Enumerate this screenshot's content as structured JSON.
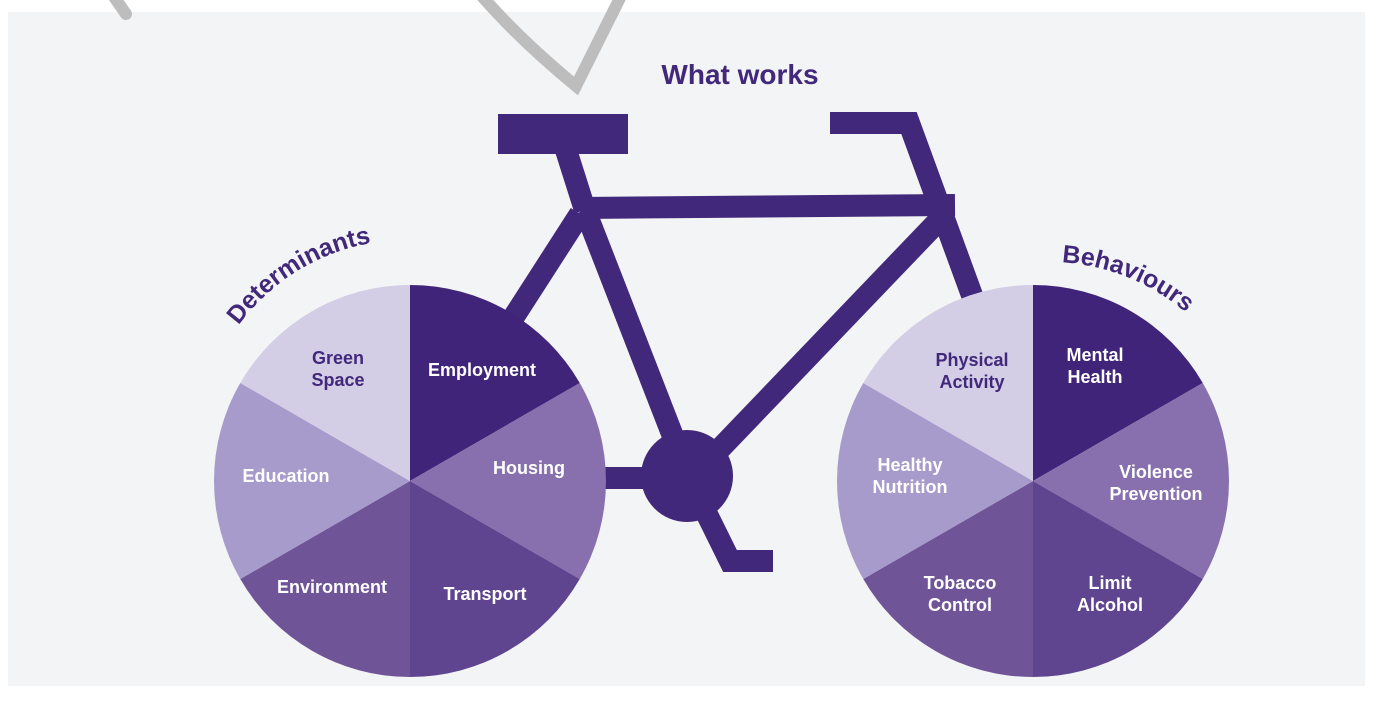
{
  "title": "What works",
  "colors": {
    "background": "#f3f4f6",
    "frame": "#41287a",
    "deep": "#40247a",
    "mid": "#8770ad",
    "dark": "#5f4590",
    "medium": "#705498",
    "soft": "#a79bcb",
    "pale": "#d3cde6",
    "text_light": "#ffffff",
    "text_dark": "#41287a",
    "watermark": "#bdbdbd"
  },
  "wheels": [
    {
      "title": "Determinants",
      "segments": [
        {
          "lines": [
            "Employment"
          ],
          "tone": "deep"
        },
        {
          "lines": [
            "Housing"
          ],
          "tone": "mid"
        },
        {
          "lines": [
            "Transport"
          ],
          "tone": "dark"
        },
        {
          "lines": [
            "Environment"
          ],
          "tone": "medium"
        },
        {
          "lines": [
            "Education"
          ],
          "tone": "soft"
        },
        {
          "lines": [
            "Green",
            "Space"
          ],
          "tone": "pale"
        }
      ]
    },
    {
      "title": "Behaviours",
      "segments": [
        {
          "lines": [
            "Mental",
            "Health"
          ],
          "tone": "deep"
        },
        {
          "lines": [
            "Violence",
            "Prevention"
          ],
          "tone": "mid"
        },
        {
          "lines": [
            "Limit",
            "Alcohol"
          ],
          "tone": "dark"
        },
        {
          "lines": [
            "Tobacco",
            "Control"
          ],
          "tone": "medium"
        },
        {
          "lines": [
            "Healthy",
            "Nutrition"
          ],
          "tone": "soft"
        },
        {
          "lines": [
            "Physical",
            "Activity"
          ],
          "tone": "pale"
        }
      ]
    }
  ]
}
